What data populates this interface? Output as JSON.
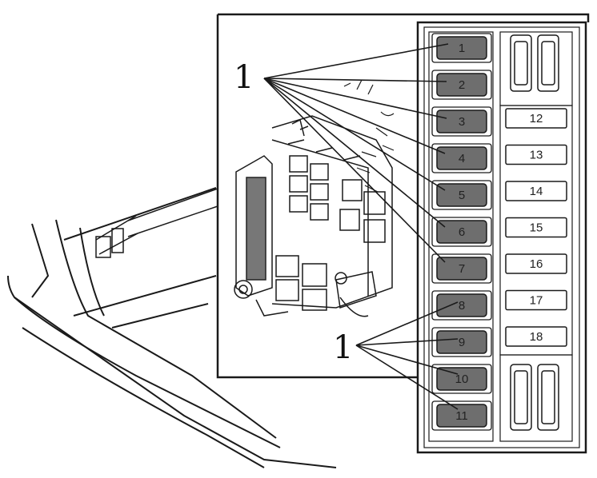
{
  "callouts": {
    "top": "1",
    "bottom": "1"
  },
  "fuses_dark": [
    {
      "id": "fuse-1",
      "label": "1"
    },
    {
      "id": "fuse-2",
      "label": "2"
    },
    {
      "id": "fuse-3",
      "label": "3"
    },
    {
      "id": "fuse-4",
      "label": "4"
    },
    {
      "id": "fuse-5",
      "label": "5"
    },
    {
      "id": "fuse-6",
      "label": "6"
    },
    {
      "id": "fuse-7",
      "label": "7"
    },
    {
      "id": "fuse-8",
      "label": "8"
    },
    {
      "id": "fuse-9",
      "label": "9"
    },
    {
      "id": "fuse-10",
      "label": "10"
    },
    {
      "id": "fuse-11",
      "label": "11"
    }
  ],
  "fuses_light": [
    {
      "id": "fuse-12",
      "label": "12"
    },
    {
      "id": "fuse-13",
      "label": "13"
    },
    {
      "id": "fuse-14",
      "label": "14"
    },
    {
      "id": "fuse-15",
      "label": "15"
    },
    {
      "id": "fuse-16",
      "label": "16"
    },
    {
      "id": "fuse-17",
      "label": "17"
    },
    {
      "id": "fuse-18",
      "label": "18"
    }
  ],
  "colors": {
    "line": "#1a1a1a",
    "fuse_dark": "#6e6e6e",
    "fuse_light": "#ffffff"
  }
}
